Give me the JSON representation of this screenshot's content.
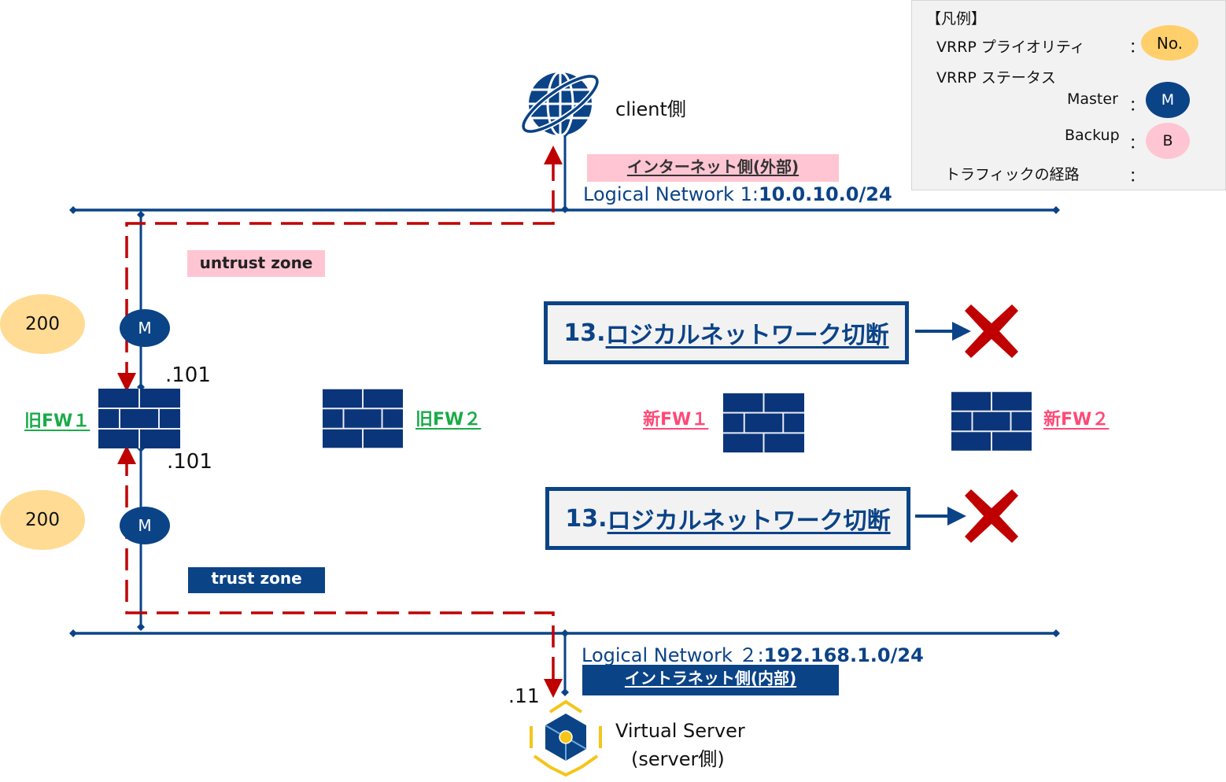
{
  "legend": {
    "title": "【凡例】",
    "priority_label": "VRRP プライオリティ",
    "priority_badge": "No.",
    "status_label": "VRRP ステータス",
    "master_label": "Master",
    "master_badge": "M",
    "backup_label": "Backup",
    "backup_badge": "B",
    "traffic_label": "トラフィックの経路",
    "colon": "：",
    "colors": {
      "priority": "#ffdb93",
      "master": "#0b4387",
      "backup": "#ffc5d3",
      "traffic": "#c00000"
    }
  },
  "client": {
    "label": "client側",
    "zone_tag": "インターネット側(外部)",
    "network_prefix": "Logical Network 1:",
    "network_cidr": "10.0.10.0/24"
  },
  "server": {
    "label_line1": "Virtual Server",
    "label_line2": "(server側)",
    "address": ".11",
    "zone_tag": "イントラネット側(内部)",
    "network_prefix": "Logical Network ２:",
    "network_cidr": "192.168.1.0/24"
  },
  "zones": {
    "untrust": "untrust zone",
    "trust": "trust zone"
  },
  "firewalls": [
    {
      "id": "old-fw1",
      "label": "旧FW１",
      "kind": "old",
      "active": true
    },
    {
      "id": "old-fw2",
      "label": "旧FW２",
      "kind": "old",
      "active": false
    },
    {
      "id": "new-fw1",
      "label": "新FW１",
      "kind": "new",
      "active": false
    },
    {
      "id": "new-fw2",
      "label": "新FW２",
      "kind": "new",
      "active": false
    }
  ],
  "old_fw1": {
    "upper_address": ".101",
    "lower_address": ".101",
    "upper_priority": "200",
    "lower_priority": "200",
    "upper_status": "M",
    "lower_status": "M"
  },
  "steps": [
    {
      "number": "13.",
      "text": "ロジカルネットワーク切断",
      "result": "disconnected"
    },
    {
      "number": "13.",
      "text": "ロジカルネットワーク切断",
      "result": "disconnected"
    }
  ],
  "colors": {
    "network": "#0b4387",
    "firewall": "#0b357a",
    "old_fw_label": "#1bab4a",
    "new_fw_label": "#ff4a77",
    "traffic": "#c00000",
    "cross": "#c00000",
    "untrust_bg": "#ffc5d3",
    "trust_bg": "#0b4387",
    "server_accent": "#f5c518"
  }
}
